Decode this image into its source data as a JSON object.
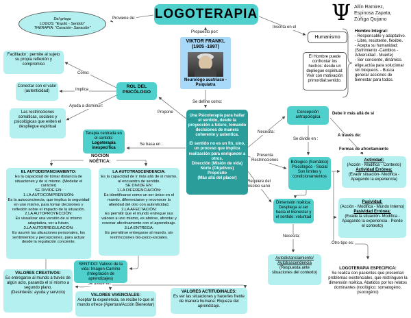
{
  "colors": {
    "teal": "#4fd0cd",
    "teal_dark": "#2a9d9b",
    "cyan_light": "#b4f0ef",
    "blue_light": "#a9d9f8"
  },
  "title": "LOGOTERAPIA",
  "authors": {
    "psi": "Ψ",
    "names": "Allín Ramirez,\nEspinosa Zapata,\nZúñiga Quijano"
  },
  "etymology": "Del griego\nLOGOS: \"Espítú - Sentido\"\nTHERAPIA: \"Curación- Sanación\"",
  "labels": {
    "proviene": "Proviene de:",
    "propuesto": "Propuesto por:",
    "inscrita": "Inscrita en el",
    "se_define": "Se define como:",
    "como": "Como:",
    "implica": "Implica",
    "ayuda": "Ayuda a disminuir:",
    "propone": "Propone",
    "se_basa": "Se basa en :",
    "necesita_1": "Necesita:",
    "presenta": "Presenta\nRestrincciones",
    "requiere": "Requiere del\nnúcleo sano",
    "se_divide_1": "Se divide en :",
    "a_traves": "A través de:",
    "formas": "Formas de afrontamiento",
    "debe_ir": "Debe ir más allá de sí",
    "necesita_2": "Necesita:",
    "otro_tipo": "Otro tipo es:",
    "nocion": "NOCIÓN\nNOÉTICA:",
    "se_divide_2": "Se divide en:"
  },
  "nodes": {
    "humanismo": {
      "text": "Humanismo"
    },
    "hombre_puede": {
      "text": "El Hombre puede confrontar los hechos: desde un depliegue espiritual: Vivir con motivación primordial:sentido."
    },
    "hombre_integral": {
      "title": "Hombre Integral:",
      "body": "- Responsable y adaptativo.\n- Libre, resistente, flexible.\n- Acepta su humanidad: (Sufrimiento -Cambios - Adversidad - Muerte)\n- Ser conciente, dinámico. elige,actúa para solucionar sin bloqueos. - Busca generar acciones de bienestar para todos."
    },
    "viktor": {
      "name": "VIKTOR FRANKL\n(1905 -1997)",
      "caption": "Neurológo austriaco - Psiquiatra"
    },
    "facilitador": {
      "text": "Facilitador : permite al sujeto su propia reflexión y compromiso"
    },
    "conectar": {
      "text": "Conectar con el valor (autenticidad)"
    },
    "restrincciones": {
      "text": "Las restrincciones somáticas, sociales y psicológicas que eviten el despliegue espiritual"
    },
    "rol": {
      "text": "ROL DEL\nPSICÓLOGO"
    },
    "terapia": {
      "text": "Terapia centrada en el sentido:",
      "bold": "Logoterapia inespecífica"
    },
    "central": {
      "p1": "Una Psicoterapia para hallar el sentido, desde la proyección a futuro, tomando decisiones de manera coherente y autentica.",
      "p2": "El sentido no es un fin, sino, un proceso que implica realización para enriquecer a otros.\nDirección (Misión de vida)\nNorte (Objetivos)\nPropósito\n(Más allá del placer)"
    },
    "concepcion": {
      "text": "Concepción antropológica"
    },
    "biologico": {
      "text": "Biólogico (Somático)\nPsicológico - Social\nSon límites y condicionamientos"
    },
    "actividad": {
      "t1": "Actividad:",
      "b1": "(Acción - Modifica - Contexto)",
      "t2": "Actividad Errónea:",
      "b2": "(Evadir situación- Modifica - Apagando la experiencia)"
    },
    "dimension": {
      "text": "Dimensión noética: Despliega al ser hacia el bienestar y el sentido: voluntad"
    },
    "pasividad": {
      "t1": "Pasividad:",
      "b1": "(Acción - Modifica - Mundo Interno)",
      "t2": "Pasividad Errónea:",
      "b2": "(Evade la situación- Modifica - Apagando la experiencia - Pierde el contexto)"
    },
    "autodist_auto": {
      "l1": "Autodistanciamiento/",
      "l2": "Autotrascendencia",
      "body": "(Respuesta ante situaciones del contexto)"
    },
    "logo_especifica": {
      "title": "LOGOTERAPIA ESPECIFICA:",
      "body": "Se realiza con pacientes que presentan problemas existenciales, que restringuen la dimensión noética. Abatidos por los relatos dominantes (noológico: somatogéno, psocogéno)"
    },
    "autodistanciamiento": {
      "title": "EL AUTODISTANCIAMIENTO:",
      "body": "Es la capacidad de tomar distancia de situaciones y de sí mismo. (Modelar el carácter)\nSE DIVIDE EN:\n1.LA AUTOCOMPRENSIÓN:\nEs la autoconciencia, que implica la seguridad en uno mismo, para tomar decisiones y reflexión sobre el impacto de la situación.\n2.LA AUTOPROYECCIÓN:\nEs visualizar una versión de sí mismo adaptativa, ver a futuro.\n3.LA AUTORREGULACIÓN:\nEs asumir las situaciones personales, los sentimientos y percepciones, para actuar desde la regulación conciente."
    },
    "autotrascendencia": {
      "title": "LA AUTOTRASCENDENCIA:",
      "body": "Es la capacidad de ir más allá de sí mismo, al encuentro de sentido.\nSE DIVIDE EN:\n1.LA DIFERENCIACIÓN:\nEs identificarse como un ser único en el mundo, diferenciarse y reconocer la alteridad del otro con autenticidad.\n2.LA AFECTACIÓN:\nEs permitir que el mundo entregue sus valores a uno mismo, es abrirse, afrontar y resonar afectivamente con el aprendizaje.\n3.LA ENTREGA:\nEs permitirse entregarse al mundo, sin restrincciones bio-psico-sociales."
    },
    "sentido": {
      "text": "SENTIDO: Valioso de la vida: Imagen-Camino (Integración de aprendizajes)"
    },
    "creativos": {
      "title": "VALORES CREATIVOS:",
      "body": "Es entregarse al mundo a través de algún acto, pasando el sí mismo a segundo plano.\n(Desinterés: ayuda y servicio)"
    },
    "vivenciales": {
      "title": "VALORES VIVENCIALES:",
      "body": "Aceptar la experiencia, se recibe lo que el mundo ofrece (Apertura/Acción Bienestar)"
    },
    "actitudinales": {
      "title": "VALORES ACTITUDINALES:",
      "body": "Es ver las situaciones y hacerles frente de manera humana: Riqueza del aprendizaje."
    }
  }
}
